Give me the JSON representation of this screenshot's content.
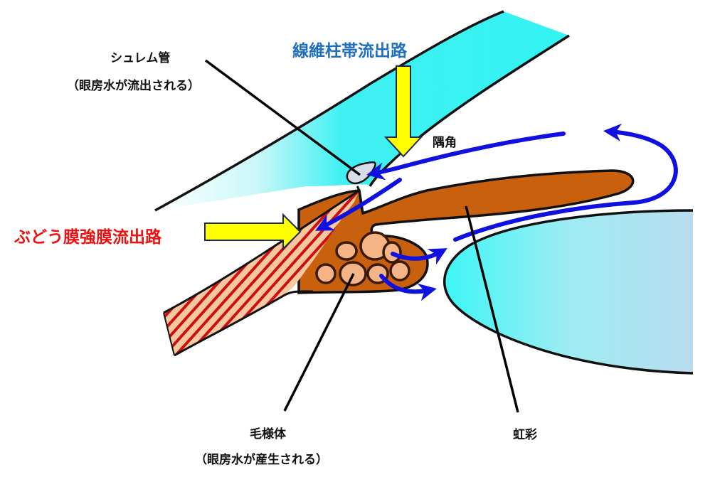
{
  "title": "眼房水の流出路",
  "labels": {
    "schlemm_canal": "シュレム管",
    "schlemm_canal_note": "（眼房水が流出される）",
    "trabecular_outflow": "線維柱帯流出路",
    "uveoscleral_outflow": "ぶどう膜強膜流出路",
    "angle": "隅角",
    "ciliary_body": "毛様体",
    "ciliary_body_note": "（眼房水が産生される）",
    "iris": "虹彩"
  },
  "colors": {
    "trabecular_label": "#1f6fbf",
    "uveoscleral_label": "#ee1111",
    "outflow_arrow": "#ffff00",
    "aqueous_flow": "#1010e0",
    "iris_tissue": "#c8600e",
    "cornea": "#33f3f3",
    "lens": "#7ef0f2",
    "sclera_stripe": "#cc1010",
    "sclera_base": "#f7c8a0",
    "ciliary_process": "#f4b486",
    "schlemm": "#d7dde8"
  }
}
